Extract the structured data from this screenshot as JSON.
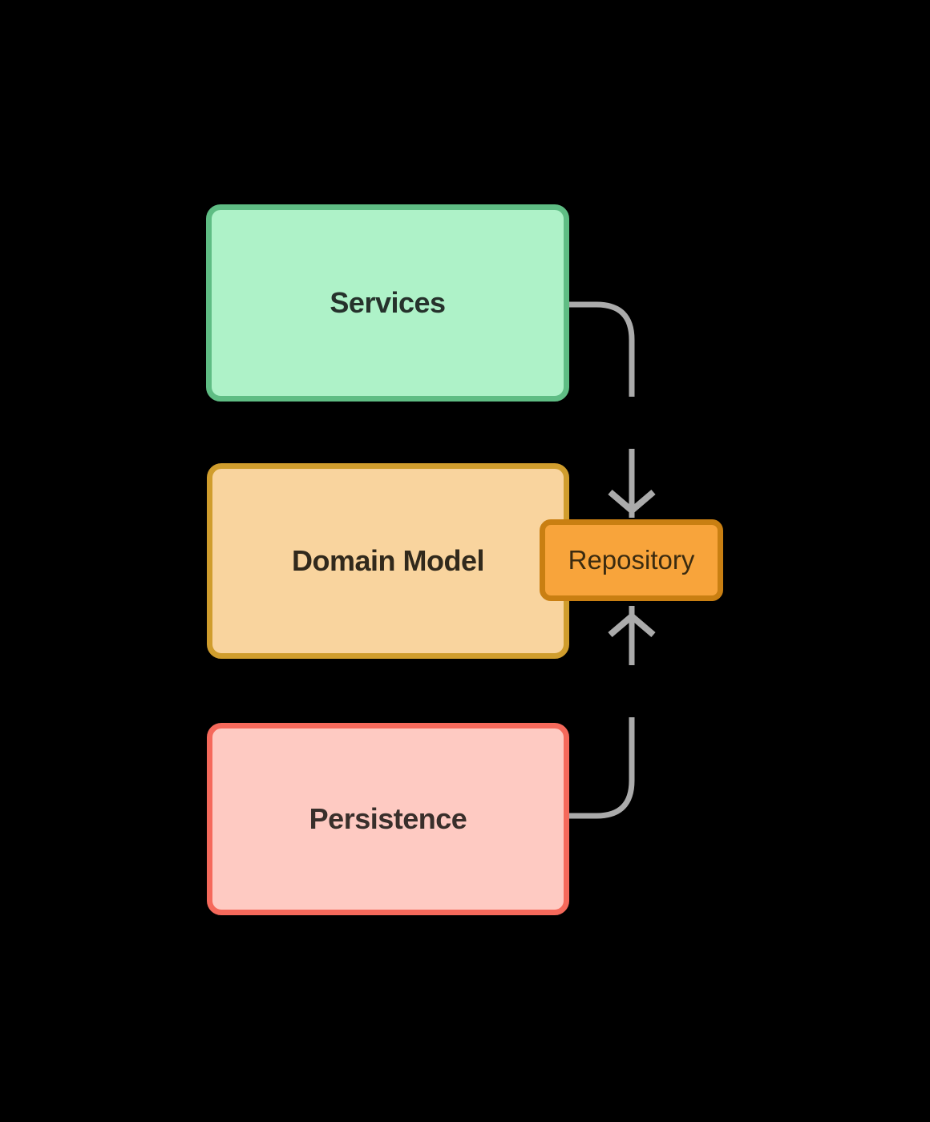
{
  "diagram": {
    "background_color": "#000000",
    "connector_color": "#ABABAB",
    "nodes": [
      {
        "id": "services",
        "label": "Services",
        "fill_color": "#AEF2C8",
        "border_color": "#5FBD84",
        "text_color": "#26322C"
      },
      {
        "id": "domain-model",
        "label": "Domain Model",
        "fill_color": "#F9D49E",
        "border_color": "#D09D2D",
        "text_color": "#31291C"
      },
      {
        "id": "repository",
        "label": "Repository",
        "fill_color": "#F8A43B",
        "border_color": "#C97F12",
        "text_color": "#3B2B10"
      },
      {
        "id": "persistence",
        "label": "Persistence",
        "fill_color": "#FECAC2",
        "border_color": "#F5695B",
        "text_color": "#392F2B"
      }
    ],
    "edges": [
      {
        "from": "services",
        "to": "repository",
        "arrow_direction": "down"
      },
      {
        "from": "persistence",
        "to": "repository",
        "arrow_direction": "up"
      }
    ]
  }
}
